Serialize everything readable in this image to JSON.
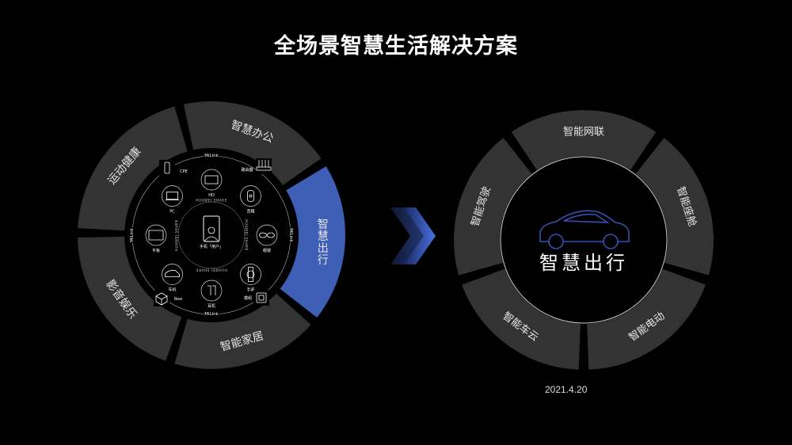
{
  "title": "全场景智慧生活解决方案",
  "date": "2021.4.20",
  "colors": {
    "segment": "#333333",
    "highlight": "#3e5fb5",
    "background": "#000000",
    "text": "#e6e6e6"
  },
  "left_ring": {
    "segments": [
      {
        "label": "智慧办公",
        "highlight": false
      },
      {
        "label": "智慧出行",
        "highlight": true
      },
      {
        "label": "智能家居",
        "highlight": false
      },
      {
        "label": "影音娱乐",
        "highlight": false
      },
      {
        "label": "运动健康",
        "highlight": false
      }
    ],
    "milink_label": "MiLink",
    "share_label": "HUAWEI SHARE",
    "center_label": "手机「用户」",
    "devices": [
      {
        "label": "HD",
        "icon": "tv-icon"
      },
      {
        "label": "音箱",
        "icon": "speaker-icon"
      },
      {
        "label": "眼镜",
        "icon": "glasses-icon"
      },
      {
        "label": "手表",
        "icon": "watch-icon"
      },
      {
        "label": "耳机",
        "icon": "earbuds-icon"
      },
      {
        "label": "车机",
        "icon": "car-icon"
      },
      {
        "label": "平板",
        "icon": "tablet-icon"
      },
      {
        "label": "PC",
        "icon": "laptop-icon"
      }
    ],
    "corners": [
      {
        "label": "CPE",
        "icon": "cpe-icon"
      },
      {
        "label": "路由器",
        "icon": "router-icon"
      },
      {
        "label": "模组",
        "icon": "module-icon"
      },
      {
        "label": "Ibox",
        "icon": "box-icon"
      }
    ]
  },
  "right_ring": {
    "center_label": "智慧出行",
    "center_icon": "car-icon",
    "segments": [
      {
        "label": "智能网联"
      },
      {
        "label": "智能座舱"
      },
      {
        "label": "智能电动"
      },
      {
        "label": "智能车云"
      },
      {
        "label": "智能驾驶"
      }
    ]
  }
}
